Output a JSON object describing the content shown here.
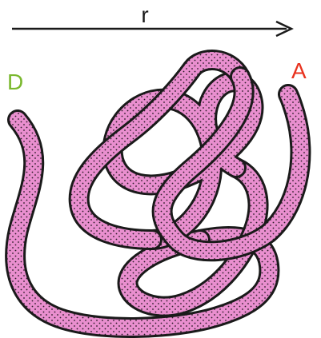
{
  "arrow": {
    "label": "r",
    "color": "#1a1a1a"
  },
  "endpoints": {
    "start": {
      "label": "A",
      "color": "#e8321e"
    },
    "end": {
      "label": "D",
      "color": "#7ab82e"
    }
  },
  "strand": {
    "fill_color": "#e98fcf",
    "outline_color": "#1a1a1a",
    "dot_color": "#2a1a26"
  }
}
